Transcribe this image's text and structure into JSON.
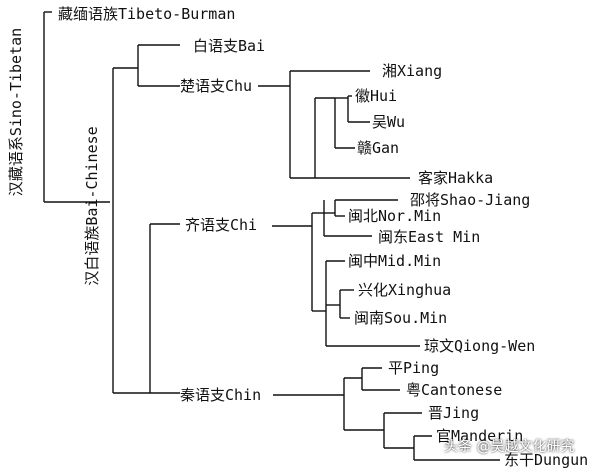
{
  "diagram": {
    "root_label": "汉藏语系Sino-Tibetan",
    "branch_label": "汉白语族Bai-Chinese",
    "nodes": {
      "tibeto_burman": "藏缅语族Tibeto-Burman",
      "bai": "白语支Bai",
      "chu": "楚语支Chu",
      "chi": "齐语支Chi",
      "chin": "秦语支Chin",
      "xiang": "湘Xiang",
      "hui": "徽Hui",
      "wu": "吴Wu",
      "gan": "赣Gan",
      "hakka": "客家Hakka",
      "shao_jiang": "邵将Shao-Jiang",
      "nor_min": "闽北Nor.Min",
      "east_min": "闽东East Min",
      "mid_min": "闽中Mid.Min",
      "xinghua": "兴化Xinghua",
      "sou_min": "闽南Sou.Min",
      "qiong_wen": "琼文Qiong-Wen",
      "ping": "平Ping",
      "cantonese": "粤Cantonese",
      "jing": "晋Jing",
      "manderin": "官Manderin",
      "dungun": "东干Dungun"
    }
  },
  "watermark": {
    "text": "头条 @吴越文化研究"
  },
  "colors": {
    "line": "#111111",
    "text": "#111111"
  }
}
